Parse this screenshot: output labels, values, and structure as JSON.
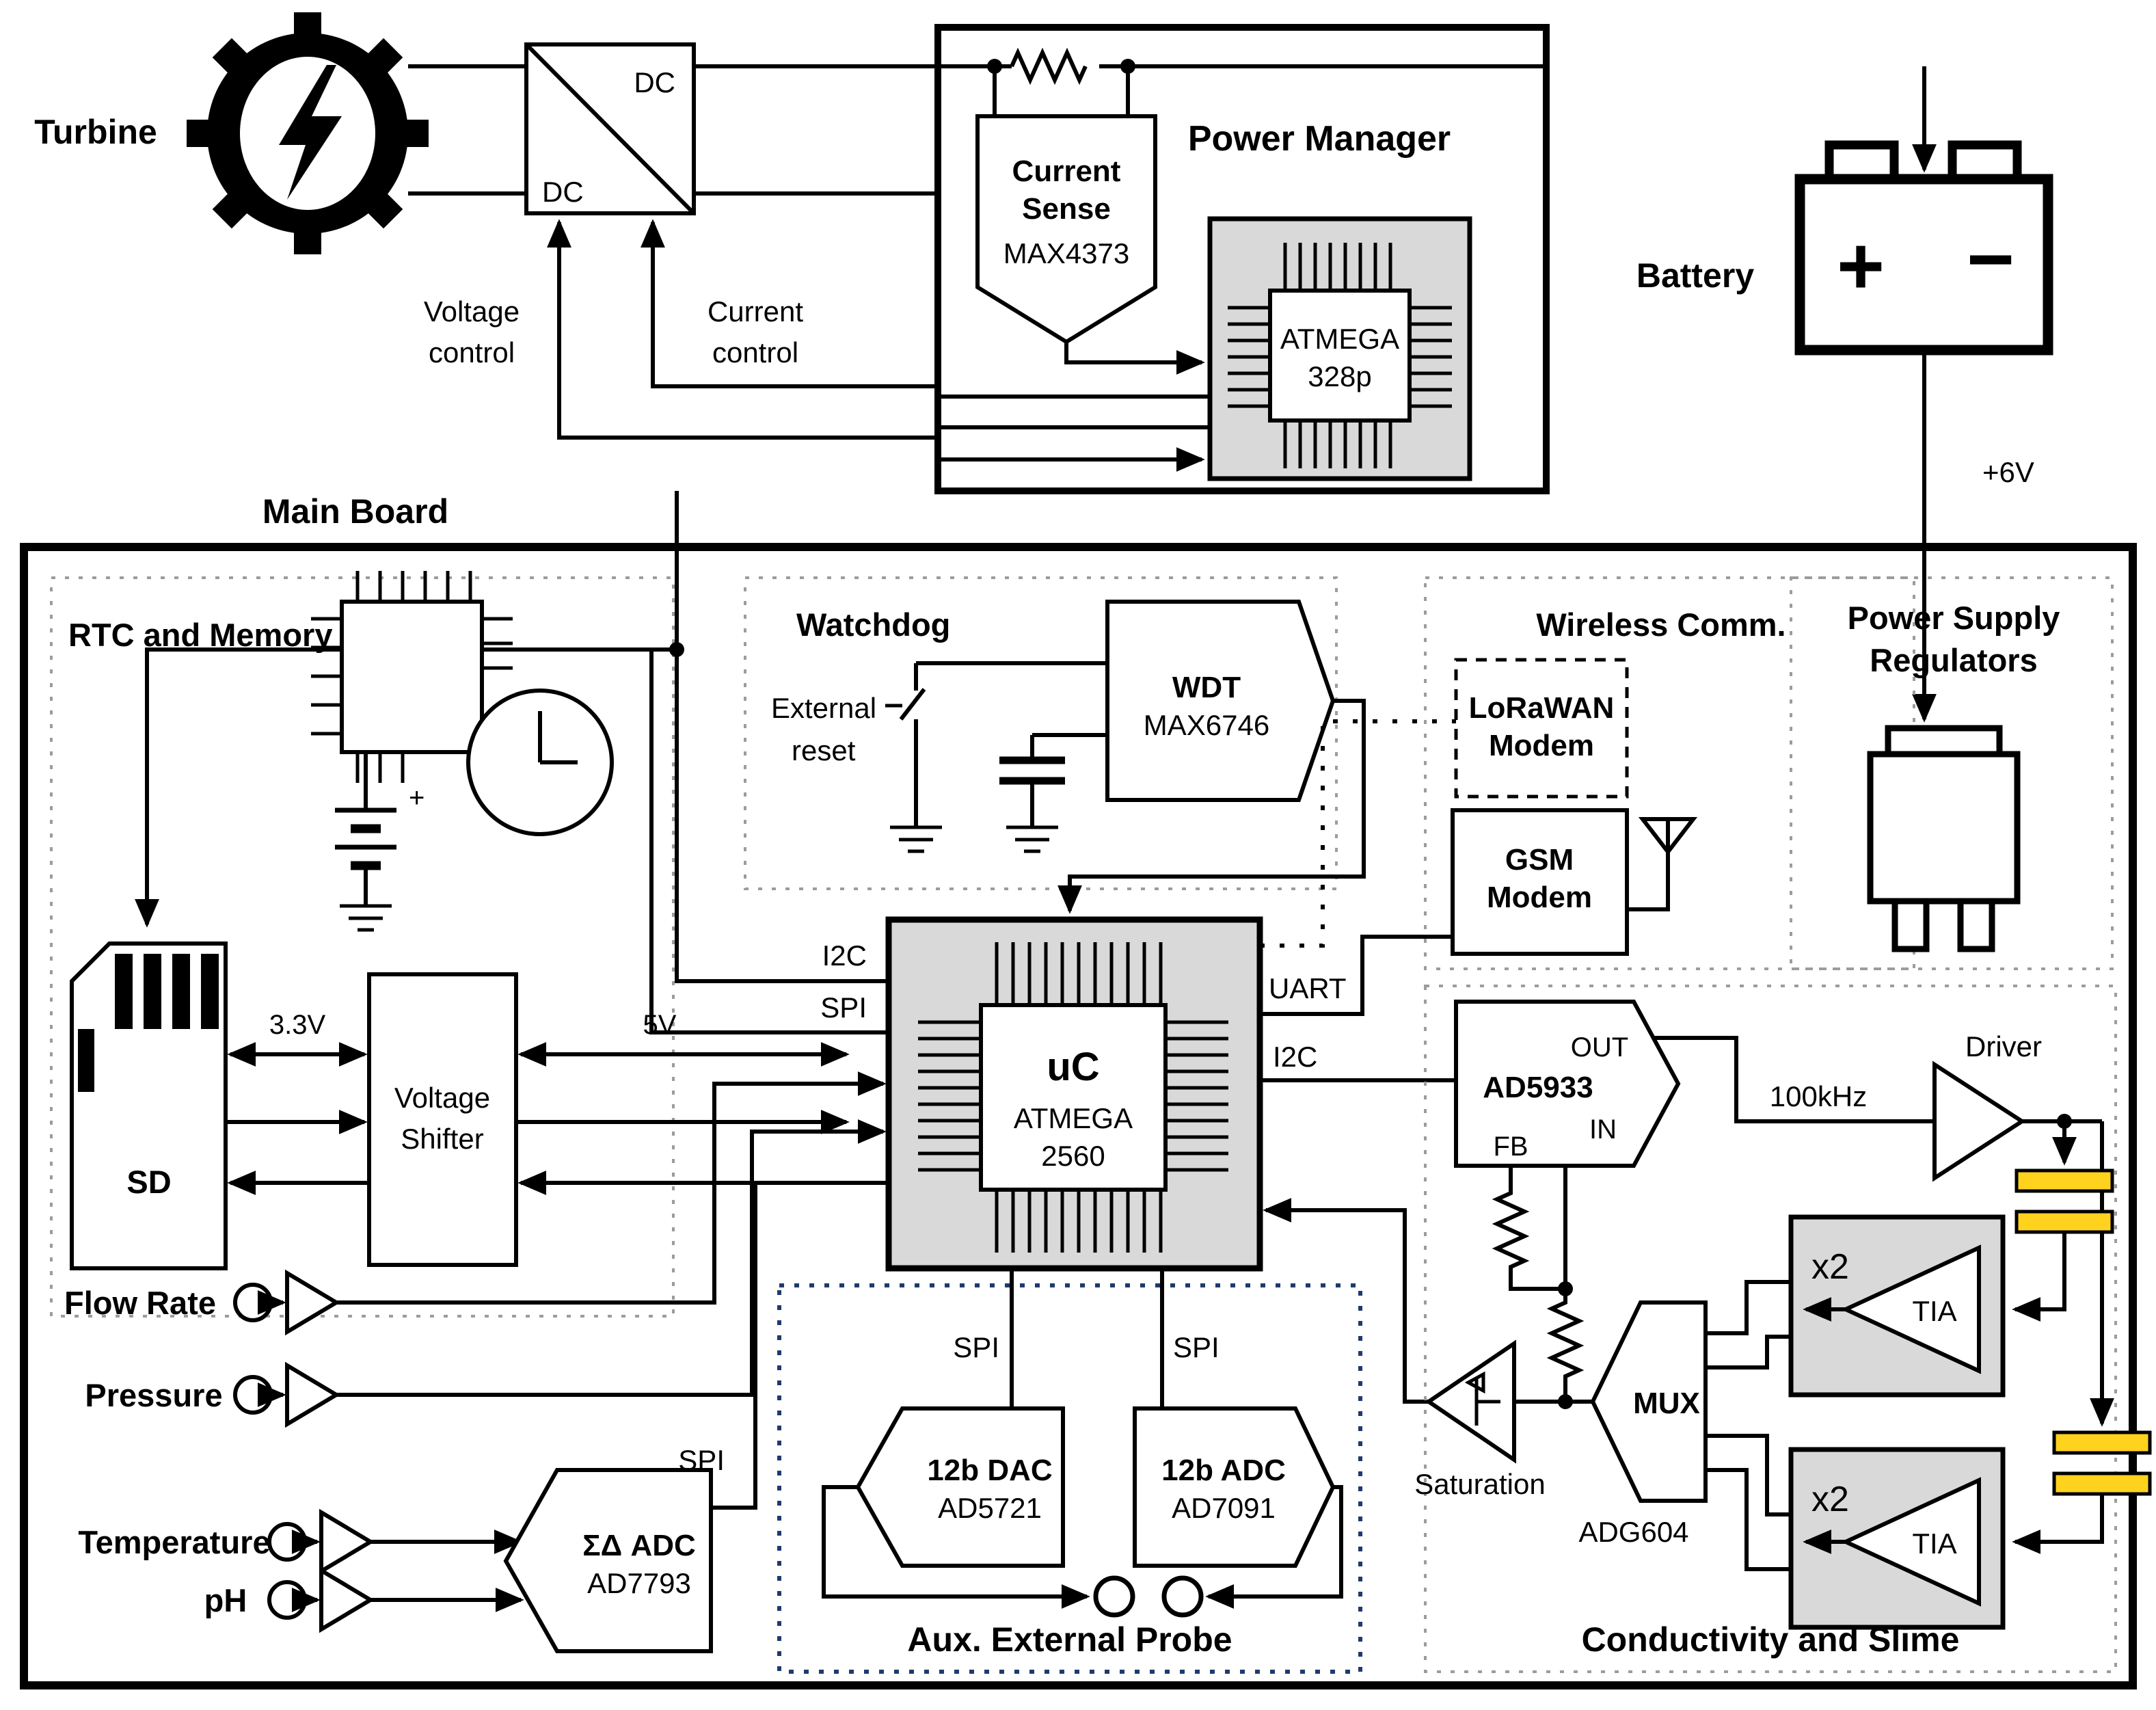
{
  "colors": {
    "gold": "#ffd21e",
    "chip_gray": "#d9d9d9",
    "aux_border": "#1f3a6e"
  },
  "top": {
    "turbine": "Turbine",
    "dc_top": "DC",
    "dc_bottom": "DC",
    "voltage_control_1": "Voltage",
    "voltage_control_2": "control",
    "current_control_1": "Current",
    "current_control_2": "control"
  },
  "power_manager": {
    "title": "Power Manager",
    "current_sense_1": "Current",
    "current_sense_2": "Sense",
    "current_sense_part": "MAX4373",
    "mcu_1": "ATMEGA",
    "mcu_2": "328p"
  },
  "battery": {
    "label": "Battery",
    "plus": "+",
    "minus": "−",
    "rail": "+6V"
  },
  "main_board": {
    "title": "Main Board"
  },
  "rtc": {
    "title": "RTC and Memory",
    "sd": "SD",
    "v33": "3.3V",
    "v5": "5V",
    "shifter_1": "Voltage",
    "shifter_2": "Shifter",
    "bat_plus": "+"
  },
  "watchdog": {
    "title": "Watchdog",
    "ext1": "External",
    "ext2": "reset",
    "wdt": "WDT",
    "part": "MAX6746"
  },
  "wireless": {
    "title": "Wireless Comm.",
    "lora_1": "LoRaWAN",
    "lora_2": "Modem",
    "gsm_1": "GSM",
    "gsm_2": "Modem"
  },
  "psr": {
    "title_1": "Power Supply",
    "title_2": "Regulators"
  },
  "uc": {
    "name": "uC",
    "mcu_1": "ATMEGA",
    "mcu_2": "2560",
    "i2c_left": "I2C",
    "spi_left": "SPI",
    "uart": "UART",
    "i2c_right": "I2C"
  },
  "sensors": {
    "flow": "Flow Rate",
    "pressure": "Pressure",
    "temperature": "Temperature",
    "ph": "pH",
    "adc_1": "ΣΔ ADC",
    "adc_2": "AD7793",
    "spi": "SPI"
  },
  "aux": {
    "title": "Aux. External Probe",
    "dac_1": "12b DAC",
    "dac_2": "AD5721",
    "adc_1": "12b ADC",
    "adc_2": "AD7091",
    "spi_dac": "SPI",
    "spi_adc": "SPI"
  },
  "conductivity": {
    "title": "Conductivity and Slime",
    "imp_out": "OUT",
    "imp": "AD5933",
    "imp_fb": "FB",
    "imp_in": "IN",
    "freq": "100kHz",
    "driver": "Driver",
    "x2_a": "x2",
    "x2_b": "x2",
    "tia_a": "TIA",
    "tia_b": "TIA",
    "mux": "MUX",
    "mux_part": "ADG604",
    "saturation": "Saturation"
  }
}
